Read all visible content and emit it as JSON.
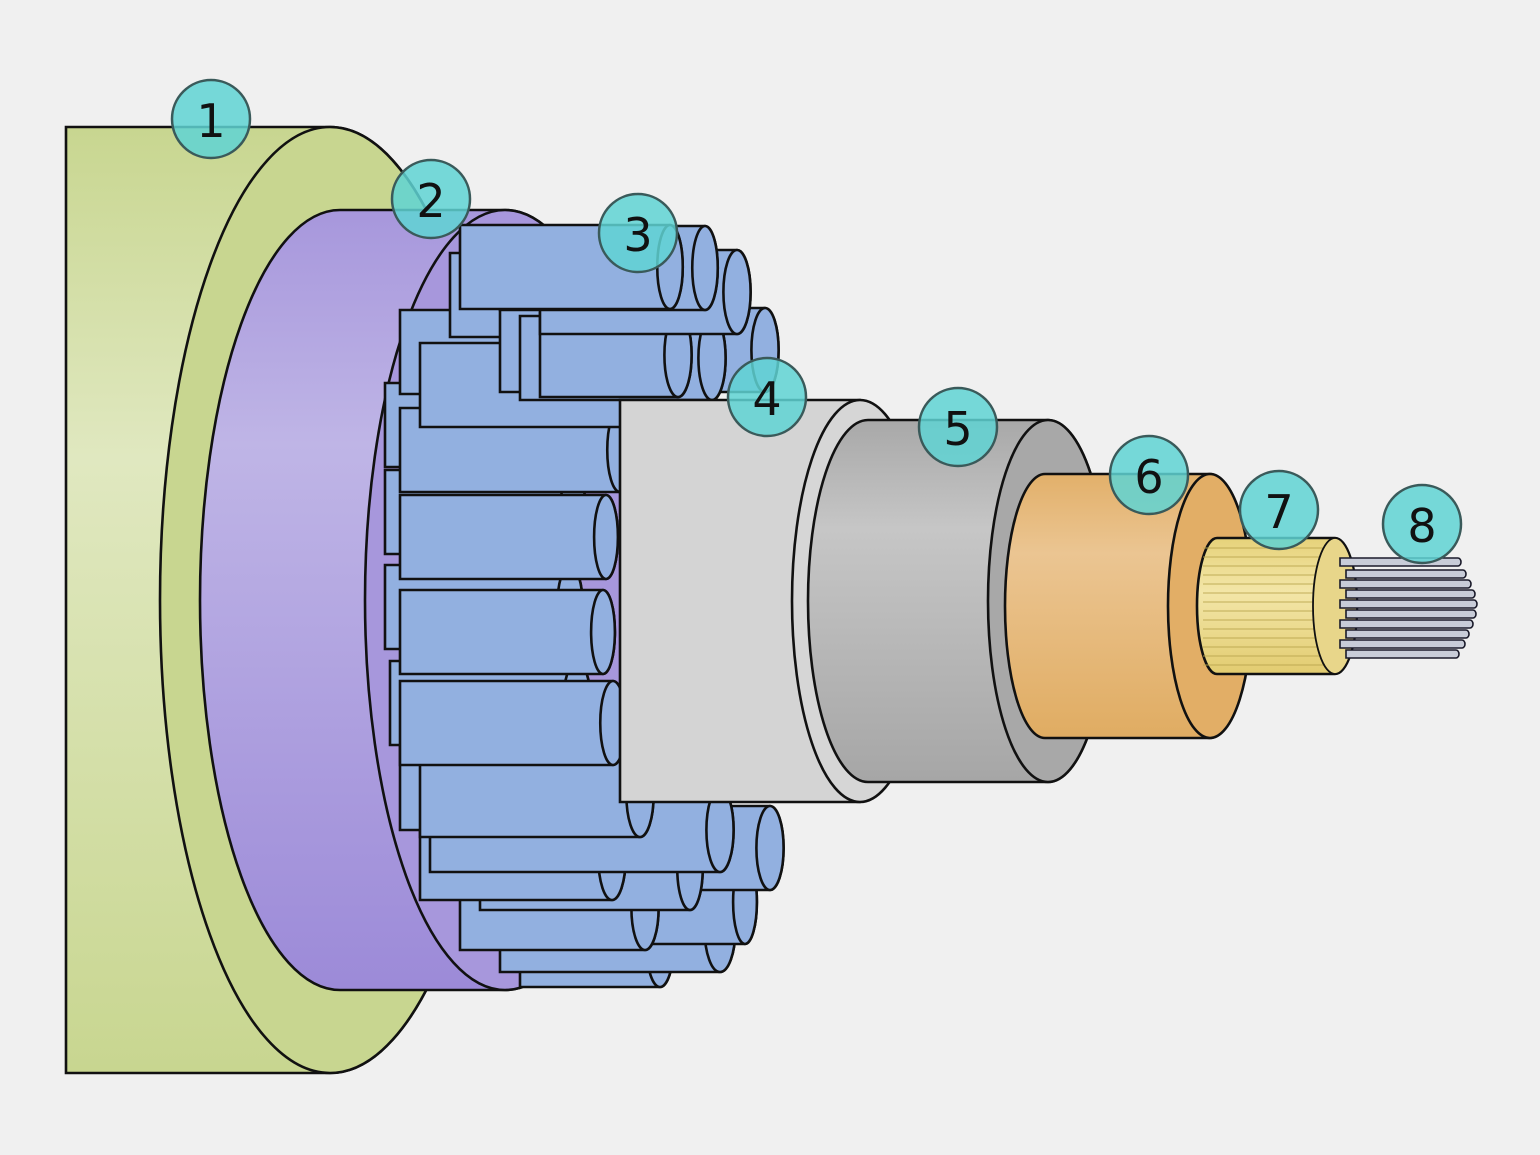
{
  "colors": {
    "background": "#f0f0f0",
    "outer_sheath": "#c8d690",
    "outer_sheath_highlight": "#e0e8c0",
    "tape": "#a797dc",
    "tape_highlight": "#bfb5e6",
    "armour_wires": "#92b0e0",
    "inner_sheath": "#d4d4d4",
    "screen": "#adadad",
    "insulation": "#e2b06a",
    "insulation_highlight": "#ebc592",
    "conductor_shield": "#ecdc90",
    "conductor_strands": "#c8ccd8",
    "callout": "#5fd4d4"
  },
  "icons": [
    "cable-cross-section-diagram"
  ],
  "callouts": [
    {
      "label": "1",
      "part": "outer-sheath"
    },
    {
      "label": "2",
      "part": "binding-tape"
    },
    {
      "label": "3",
      "part": "armour-wires"
    },
    {
      "label": "4",
      "part": "inner-sheath"
    },
    {
      "label": "5",
      "part": "metallic-screen"
    },
    {
      "label": "6",
      "part": "insulation"
    },
    {
      "label": "7",
      "part": "conductor-screen"
    },
    {
      "label": "8",
      "part": "conductor"
    }
  ]
}
